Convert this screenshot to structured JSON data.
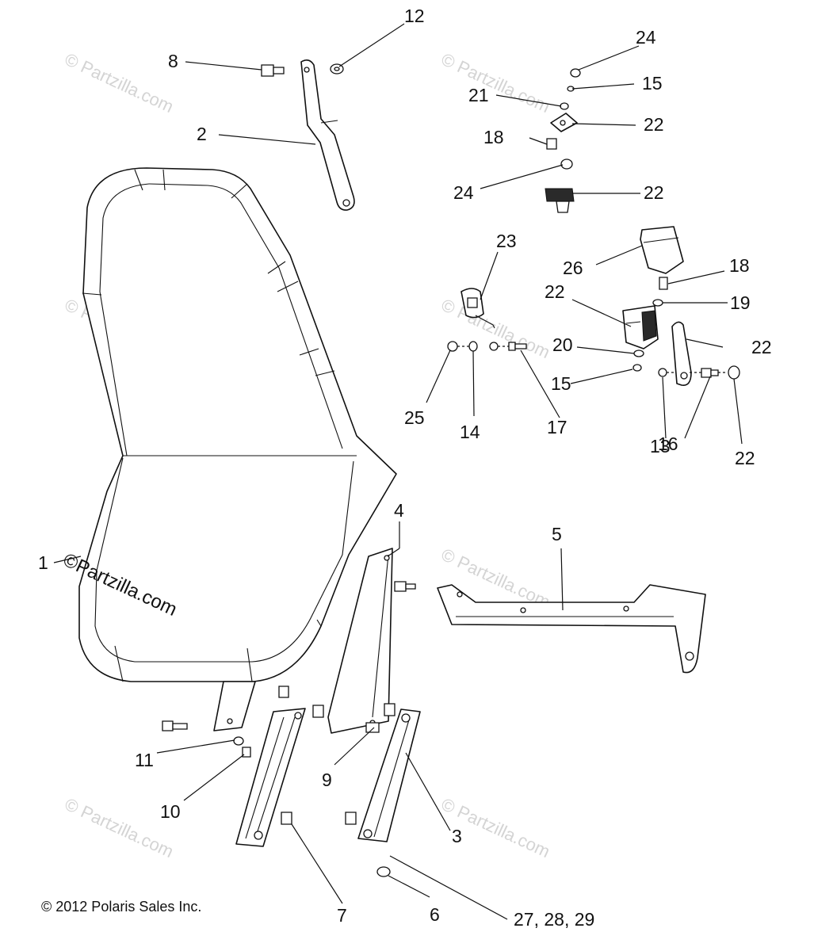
{
  "diagram": {
    "callouts": {
      "c1": "1",
      "c2": "2",
      "c3": "3",
      "c4": "4",
      "c5": "5",
      "c6": "6",
      "c7": "7",
      "c8": "8",
      "c9": "9",
      "c10": "10",
      "c11": "11",
      "c12": "12",
      "c13": "13",
      "c14": "14",
      "c15a": "15",
      "c15b": "15",
      "c16": "16",
      "c17": "17",
      "c18a": "18",
      "c18b": "18",
      "c19": "19",
      "c20": "20",
      "c21": "21",
      "c22a": "22",
      "c22b": "22",
      "c22c": "22",
      "c22d": "22",
      "c22e": "22",
      "c23": "23",
      "c24a": "24",
      "c24b": "24",
      "c25": "25",
      "c26": "26",
      "c27": "27, 28, 29"
    },
    "watermark_text": "© Partzilla.com",
    "main_watermark": "©Partzilla.com",
    "copyright": "© 2012 Polaris Sales Inc."
  }
}
